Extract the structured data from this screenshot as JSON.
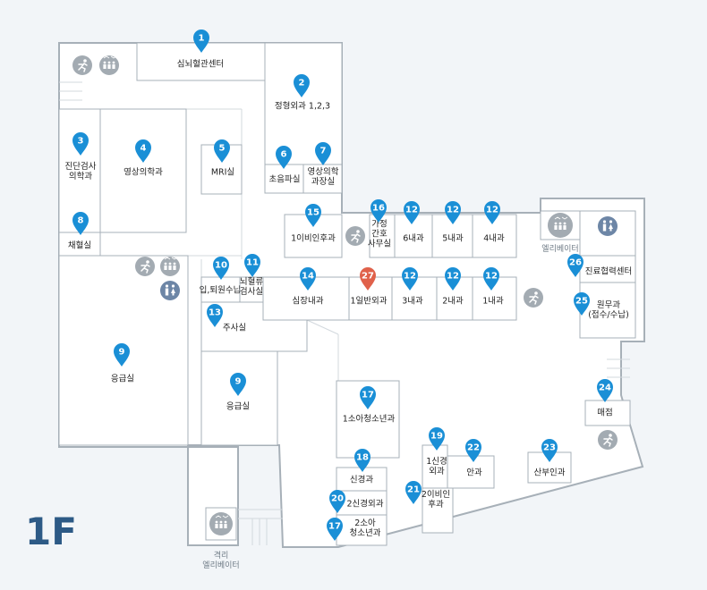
{
  "floor": "1F",
  "colors": {
    "pin_blue": "#1a8fd6",
    "pin_current": "#e0614a",
    "wall": "#a7b0b8",
    "room_fill": "#ffffff",
    "inner_line": "#d3d9de",
    "icon_gray": "#a3abb2",
    "toilet_blue": "#6d86a6",
    "background": "#f2f5f8"
  },
  "rooms": [
    {
      "id": "r1",
      "pin": "1",
      "lines": [
        "심뇌혈관센터"
      ]
    },
    {
      "id": "r2",
      "pin": "2",
      "lines": [
        "정형외과 1,2,3"
      ]
    },
    {
      "id": "r3",
      "pin": "3",
      "lines": [
        "진단검사",
        "의학과"
      ]
    },
    {
      "id": "r4",
      "pin": "4",
      "lines": [
        "영상의학과"
      ]
    },
    {
      "id": "r5",
      "pin": "5",
      "lines": [
        "MRI실"
      ]
    },
    {
      "id": "r6",
      "pin": "6",
      "lines": [
        "초음파실"
      ]
    },
    {
      "id": "r7",
      "pin": "7",
      "lines": [
        "영상의학",
        "과장실"
      ]
    },
    {
      "id": "r8",
      "pin": "8",
      "lines": [
        "채혈실"
      ]
    },
    {
      "id": "r9a",
      "pin": "9",
      "lines": [
        "응급실"
      ]
    },
    {
      "id": "r9b",
      "pin": "9",
      "lines": [
        "응급실"
      ]
    },
    {
      "id": "r10",
      "pin": "10",
      "lines": [
        "입,퇴원수납"
      ]
    },
    {
      "id": "r11",
      "pin": "11",
      "lines": [
        "뇌혈류",
        "검사실"
      ]
    },
    {
      "id": "r12a",
      "pin": "12",
      "lines": [
        "6내과"
      ]
    },
    {
      "id": "r12b",
      "pin": "12",
      "lines": [
        "5내과"
      ]
    },
    {
      "id": "r12c",
      "pin": "12",
      "lines": [
        "4내과"
      ]
    },
    {
      "id": "r12d",
      "pin": "12",
      "lines": [
        "3내과"
      ]
    },
    {
      "id": "r12e",
      "pin": "12",
      "lines": [
        "2내과"
      ]
    },
    {
      "id": "r12f",
      "pin": "12",
      "lines": [
        "1내과"
      ]
    },
    {
      "id": "r13",
      "pin": "13",
      "lines": [
        "주사실"
      ]
    },
    {
      "id": "r14",
      "pin": "14",
      "lines": [
        "심장내과"
      ]
    },
    {
      "id": "r15",
      "pin": "15",
      "lines": [
        "1이비인후과"
      ]
    },
    {
      "id": "r16",
      "pin": "16",
      "lines": [
        "가정",
        "간호",
        "사무실"
      ]
    },
    {
      "id": "r17a",
      "pin": "17",
      "lines": [
        "1소아청소년과"
      ]
    },
    {
      "id": "r17b",
      "pin": "17",
      "lines": [
        "2소아",
        "청소년과"
      ]
    },
    {
      "id": "r18",
      "pin": "18",
      "lines": [
        "신경과"
      ]
    },
    {
      "id": "r19",
      "pin": "19",
      "lines": [
        "1신경",
        "외과"
      ]
    },
    {
      "id": "r20",
      "pin": "20",
      "lines": [
        "2신경외과"
      ]
    },
    {
      "id": "r21",
      "pin": "21",
      "lines": [
        "2이비인",
        "후과"
      ]
    },
    {
      "id": "r22",
      "pin": "22",
      "lines": [
        "안과"
      ]
    },
    {
      "id": "r23",
      "pin": "23",
      "lines": [
        "산부인과"
      ]
    },
    {
      "id": "r24",
      "pin": "24",
      "lines": [
        "매점"
      ]
    },
    {
      "id": "r25",
      "pin": "25",
      "lines": [
        "원무과",
        "(접수/수납)"
      ]
    },
    {
      "id": "r26",
      "pin": "26",
      "lines": [
        "진료협력센터"
      ]
    },
    {
      "id": "r27",
      "pin": "27",
      "lines": [
        "1일반외과"
      ],
      "current": true
    }
  ],
  "facilities": [
    {
      "id": "elev-main",
      "caption": "엘리베이터"
    },
    {
      "id": "elev-iso",
      "caption_lines": [
        "격리",
        "엘리베이터"
      ]
    }
  ]
}
